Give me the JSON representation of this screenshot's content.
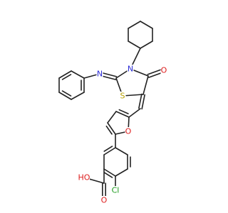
{
  "diagram": {
    "type": "chemical-structure",
    "colors": {
      "bond": "#222222",
      "N": "#2b2bd6",
      "O": "#dd1c1c",
      "S": "#b8a100",
      "Cl": "#1a9a1a",
      "C": "#222222"
    },
    "atom_labels": [
      {
        "id": "n3",
        "text": "N",
        "element": "N"
      },
      {
        "id": "n_im",
        "text": "N",
        "element": "N"
      },
      {
        "id": "s1",
        "text": "S",
        "element": "S"
      },
      {
        "id": "o4",
        "text": "O",
        "element": "O"
      },
      {
        "id": "o_f",
        "text": "O",
        "element": "O"
      },
      {
        "id": "ho",
        "text": "HO",
        "element": "O"
      },
      {
        "id": "o_c",
        "text": "O",
        "element": "O"
      },
      {
        "id": "cl",
        "text": "Cl",
        "element": "Cl"
      }
    ]
  }
}
